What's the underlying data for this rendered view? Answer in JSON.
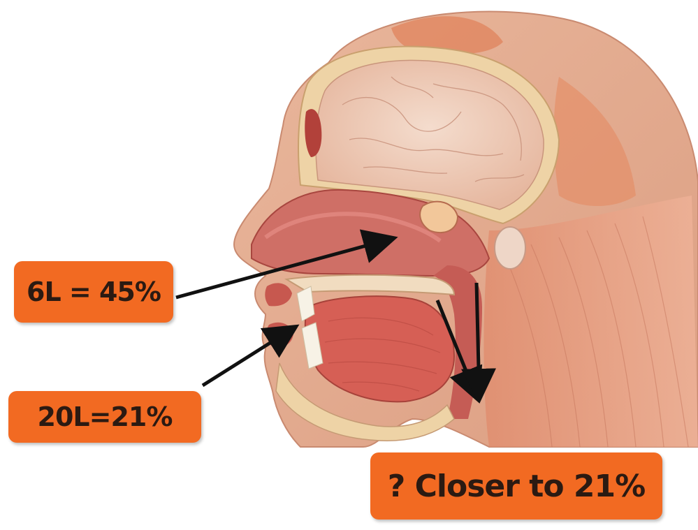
{
  "labels": {
    "nasal": "6L = 45%",
    "mouth": "20L=21%",
    "throat": "? Closer to 21%"
  },
  "colors": {
    "label_bg": "#f26a22",
    "label_text": "#2b1a12",
    "arrow": "#111111"
  }
}
